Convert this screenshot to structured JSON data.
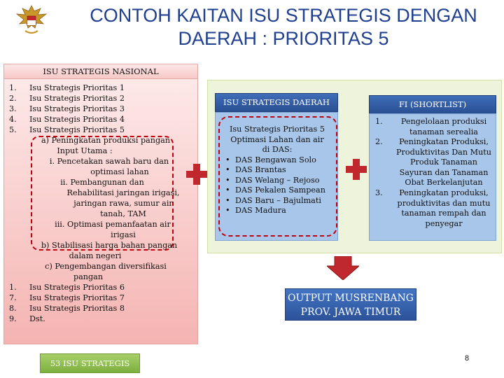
{
  "title": "CONTOH KAITAN ISU STRATEGIS DENGAN DAERAH : PRIORITAS 5",
  "nasional": {
    "header": "ISU STRATEGIS NASIONAL",
    "items": [
      {
        "num": "1.",
        "text": "Isu Strategis Prioritas 1"
      },
      {
        "num": "2.",
        "text": "Isu Strategis Prioritas 2"
      },
      {
        "num": "3.",
        "text": "Isu Strategis Prioritas 3"
      },
      {
        "num": "4.",
        "text": "Isu Strategis Prioritas 4"
      },
      {
        "num": "5.",
        "text": "Isu Strategis Prioritas 5"
      }
    ],
    "sub_a": "a) Peningkatan produksi pangan",
    "sub_a2": "Input Utama :",
    "sub_i1": "i.   Pencetakan sawah baru dan",
    "sub_i2": "optimasi lahan",
    "sub_ii1": "ii.   Pembangunan dan",
    "sub_ii2": "Rehabilitasi jaringan irigasi,",
    "sub_ii3": "jaringan rawa, sumur air",
    "sub_ii4": "tanah, TAM",
    "sub_iii1": "iii.  Optimasi pemanfaatan air",
    "sub_iii2": "irigasi",
    "sub_b1": "b)  Stabilisasi harga bahan pangan",
    "sub_b2": "dalam negeri",
    "sub_c1": "c)  Pengembangan diversifikasi",
    "sub_c2": "pangan",
    "items2": [
      {
        "num": "1.",
        "text": "Isu Strategis Prioritas 6"
      },
      {
        "num": "7.",
        "text": "Isu Strategis Prioritas 7"
      },
      {
        "num": "8.",
        "text": "Isu Strategis Prioritas 8"
      },
      {
        "num": "9.",
        "text": "Dst."
      }
    ],
    "footer": "53 ISU STRATEGIS"
  },
  "daerah": {
    "header": "ISU STRATEGIS DAERAH",
    "line1": "Isu Strategis Prioritas 5",
    "line2": "Optimasi Lahan dan air",
    "line3": "di DAS:",
    "das": [
      "DAS Bengawan Solo",
      "DAS Brantas",
      "DAS Welang – Rejoso",
      "DAS Pekalen Sampean",
      "DAS Baru – Bajulmati",
      "DAS Madura"
    ]
  },
  "fi": {
    "header": "FI (SHORTLIST)",
    "items": [
      {
        "num": "1.",
        "lines": [
          "Pengelolaan produksi",
          "tanaman serealia"
        ]
      },
      {
        "num": "2.",
        "lines": [
          "Peningkatan Produksi,",
          "Produktivitas Dan Mutu",
          "Produk Tanaman",
          "Sayuran dan Tanaman",
          "Obat Berkelanjutan"
        ]
      },
      {
        "num": "3.",
        "lines": [
          "Peningkatan produksi,",
          "produktivitas dan mutu",
          "tanaman rempah dan",
          "penyegar"
        ]
      }
    ]
  },
  "output": {
    "line1": "OUTPUT MUSRENBANG",
    "line2": "PROV. JAWA TIMUR"
  },
  "page_number": "8",
  "colors": {
    "title": "#1f3f8f",
    "accent_red": "#c0282e",
    "blue_header": "#2a4f93",
    "green_bar": "#7daf3f"
  }
}
